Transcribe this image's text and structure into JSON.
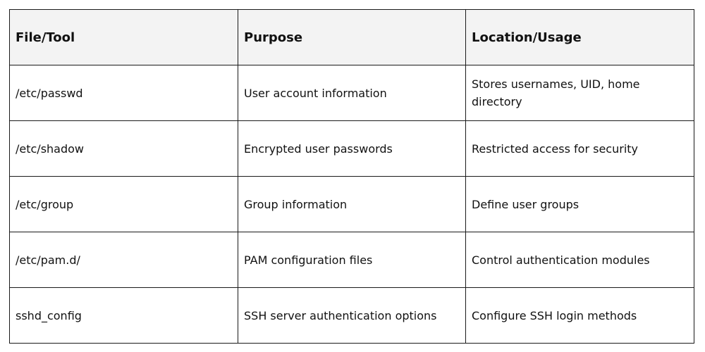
{
  "table": {
    "headers": [
      "File/Tool",
      "Purpose",
      "Location/Usage"
    ],
    "rows": [
      [
        "/etc/passwd",
        "User account information",
        "Stores usernames, UID, home directory"
      ],
      [
        "/etc/shadow",
        "Encrypted user passwords",
        "Restricted access for security"
      ],
      [
        "/etc/group",
        "Group information",
        "Define user groups"
      ],
      [
        "/etc/pam.d/",
        "PAM configuration files",
        "Control authentication modules"
      ],
      [
        "sshd_config",
        "SSH server authentication options",
        "Configure SSH login methods"
      ]
    ]
  },
  "colors": {
    "header_background": "#f3f3f3",
    "border": "#1a1a1a",
    "text": "#111111"
  }
}
